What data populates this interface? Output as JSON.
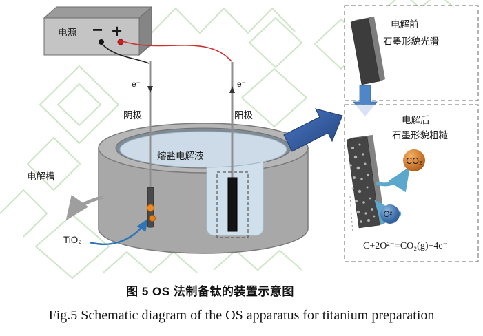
{
  "figure": {
    "power_supply": {
      "label": "电源",
      "minus_symbol": "−",
      "plus_symbol": "+"
    },
    "electrodes": {
      "electron_left": "e⁻",
      "electron_right": "e⁻",
      "cathode_label": "阴极",
      "anode_label": "阳极"
    },
    "cell": {
      "electrolyte_label": "熔盐电解液",
      "cell_label": "电解槽",
      "tio2_label": "TiO₂"
    },
    "panel_before": {
      "line1": "电解前",
      "line2": "石墨形貌光滑"
    },
    "panel_after": {
      "line1": "电解后",
      "line2": "石墨形貌粗糙",
      "co2_label": "CO₂",
      "o2_label": "O²⁻",
      "equation": "C+2O²⁻=CO₂(g)+4e⁻"
    }
  },
  "captions": {
    "zh": "图 5  OS 法制备钛的装置示意图",
    "en": "Fig.5  Schematic diagram of the OS apparatus for titanium preparation"
  },
  "colors": {
    "pattern_green": "#c6e3bf",
    "zoom_arrow_blue": "#2f5597",
    "electrolyte_blue": "#ccdbe7",
    "co2_orange": "#c8732a",
    "o2_blue": "#3a6ca8",
    "wire_red": "#d02f2f"
  }
}
